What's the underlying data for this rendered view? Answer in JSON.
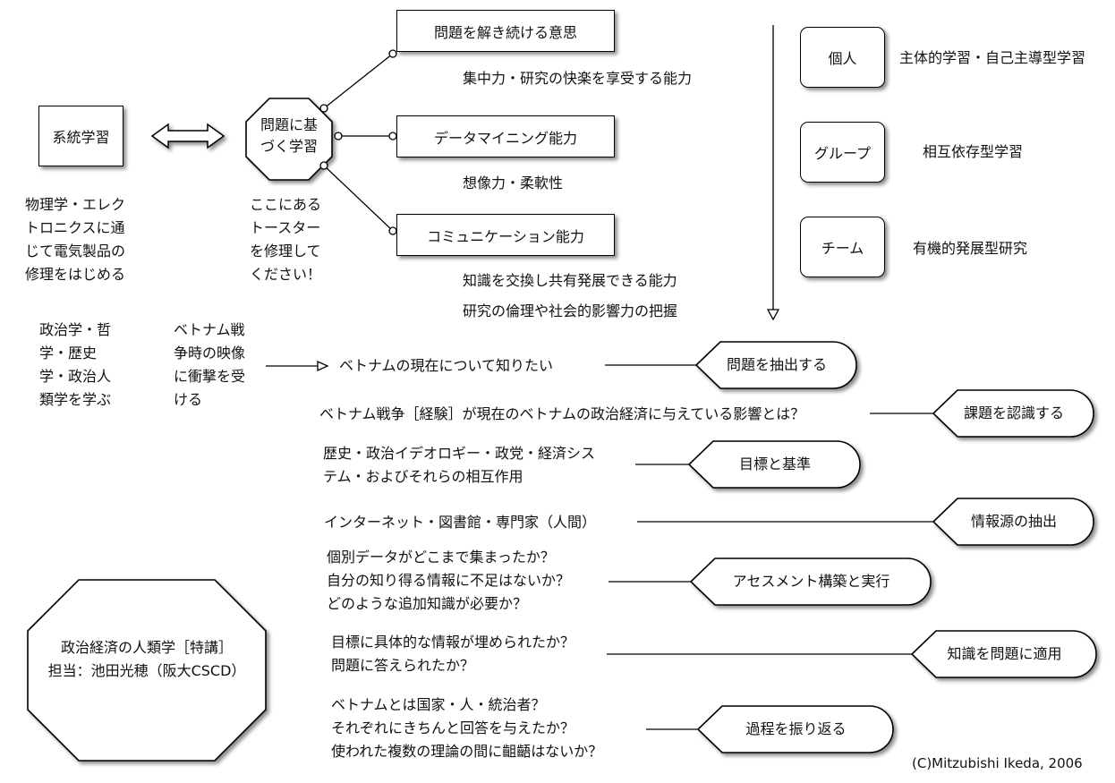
{
  "left": {
    "systematic": "系統学習",
    "physics": [
      "物理学・エレク",
      "トロニクスに通",
      "じて電気製品の",
      "修理をはじめる"
    ],
    "pbl": [
      "問題に基",
      "づく学習"
    ],
    "toaster": [
      "ここにある",
      "トースター",
      "を修理して",
      "ください！"
    ]
  },
  "abilities": [
    {
      "label": "問題を解き続ける意思",
      "note": [
        "集中力・研究の快楽を享受する能力"
      ]
    },
    {
      "label": "データマイニング能力",
      "note": [
        "想像力・柔軟性"
      ]
    },
    {
      "label": "コミュニケーション能力",
      "note": [
        "知識を交換し共有発展できる能力",
        "研究の倫理や社会的影響力の把握"
      ]
    }
  ],
  "modes": [
    {
      "label": "個人",
      "desc": "主体的学習・自己主導型学習"
    },
    {
      "label": "グループ",
      "desc": "相互依存型学習"
    },
    {
      "label": "チーム",
      "desc": "有機的発展型研究"
    }
  ],
  "study": {
    "subjects": [
      "政治学・哲",
      "学・歴史",
      "学・政治人",
      "類学を学ぶ"
    ],
    "vietnam": [
      "ベトナム戦",
      "争時の映像",
      "に衝撃を受",
      "ける"
    ]
  },
  "steps": [
    {
      "text": [
        "ベトナムの現在について知りたい"
      ],
      "label": "問題を抽出する"
    },
    {
      "text": [
        "ベトナム戦争［経験］が現在のベトナムの政治経済に与えている影響とは？"
      ],
      "label": "課題を認識する"
    },
    {
      "text": [
        "歴史・政治イデオロギー・政党・経済シス",
        "テム・およびそれらの相互作用"
      ],
      "label": "目標と基準"
    },
    {
      "text": [
        "インターネット・図書館・専門家（人間）"
      ],
      "label": "情報源の抽出"
    },
    {
      "text": [
        "個別データがどこまで集まったか？",
        "自分の知り得る情報に不足はないか？",
        "どのような追加知識が必要か？"
      ],
      "label": "アセスメント構築と実行"
    },
    {
      "text": [
        "目標に具体的な情報が埋められたか？",
        "問題に答えられたか？"
      ],
      "label": "知識を問題に適用"
    },
    {
      "text": [
        "ベトナムとは国家・人・統治者？",
        "それぞれにきちんと回答を与えたか？",
        "使われた複数の理論の間に齟齬はないか？"
      ],
      "label": "過程を振り返る"
    }
  ],
  "course": [
    "政治経済の人類学［特講］",
    "担当：池田光穂（阪大CSCD）"
  ],
  "copyright": "(C)Mitzubishi Ikeda, 2006"
}
